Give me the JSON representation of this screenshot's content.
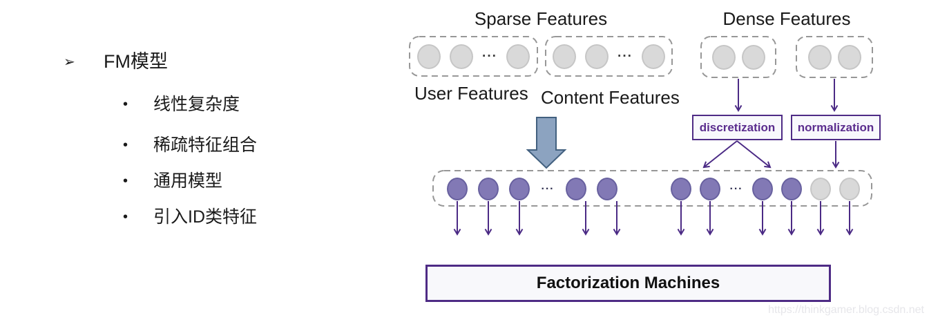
{
  "slide": {
    "bullet_list": {
      "marker": "➢",
      "title": "FM模型",
      "item_bullet": "•",
      "items": [
        "线性复杂度",
        "稀疏特征组合",
        "通用模型",
        "引入ID类特征"
      ]
    },
    "diagram": {
      "sparse_features_title": "Sparse Features",
      "dense_features_title": "Dense Features",
      "user_features_label": "User Features",
      "content_features_label": "Content Features",
      "discretization_label": "discretization",
      "normalization_label": "normalization",
      "output_label": "Factorization Machines",
      "ellipsis": "···",
      "node_groups": {
        "user": [
          "gray",
          "gray",
          "dots",
          "gray"
        ],
        "content": [
          "gray",
          "gray",
          "dots",
          "gray"
        ],
        "dense1": [
          "gray",
          "gray"
        ],
        "dense2": [
          "gray",
          "gray"
        ],
        "embedding_left": [
          "purple",
          "purple",
          "purple",
          "dots",
          "purple",
          "purple"
        ],
        "embedding_right": [
          "purple",
          "purple",
          "dots",
          "purple",
          "purple",
          "gray",
          "gray"
        ]
      }
    },
    "watermark": "https://thinkgamer.blog.csdn.net"
  },
  "colors": {
    "node_gray_fill": "#d9d9d9",
    "node_gray_stroke": "#c6c6c6",
    "node_purple_fill": "#8279b5",
    "node_purple_stroke": "#68619f",
    "arrow_purple": "#4b2a85",
    "box_purple_border": "#4e2b85",
    "label_purple": "#5b2d8e",
    "dashed_border": "#979797",
    "block_arrow_fill": "#8ca3c0",
    "block_arrow_stroke": "#42607f",
    "process_box_bg": "#f8f8fc",
    "output_box_bg": "#f8f8fb",
    "watermark_color": "#e6e6ea",
    "text_color": "#1a1a1a"
  }
}
